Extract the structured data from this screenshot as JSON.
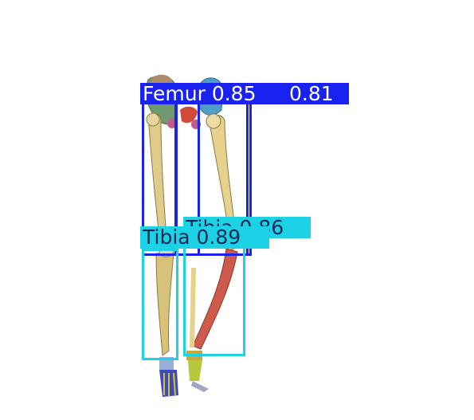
{
  "palette": {
    "background": "#ffffff",
    "femur_box": "#1a22f0",
    "tibia_box": "#1ed2e6",
    "femur_label_text": "#ffffff",
    "tibia_label_text": "#14285a",
    "femur_bone": "#e6d28c",
    "tibia_bone": "#d8c27a",
    "fibula_bone": "#cd5a4b",
    "pelvis_left": "#6e9a6e",
    "pelvis_right": "#4f9ec8",
    "pelvis_center": "#d24a3c",
    "foot_left": "#3e4bb8",
    "foot_right": "#b8c83c"
  },
  "detections": [
    {
      "class": "Femur",
      "confidence": "0.85",
      "label": "Femur 0.85"
    },
    {
      "class": "Femur",
      "confidence": "0.81",
      "label": "0.81"
    },
    {
      "class": "Tibia",
      "confidence": "0.89",
      "label": "Tibia 0.89"
    },
    {
      "class": "Tibia",
      "confidence": "0.86",
      "label": "Tibia 0.86"
    }
  ]
}
